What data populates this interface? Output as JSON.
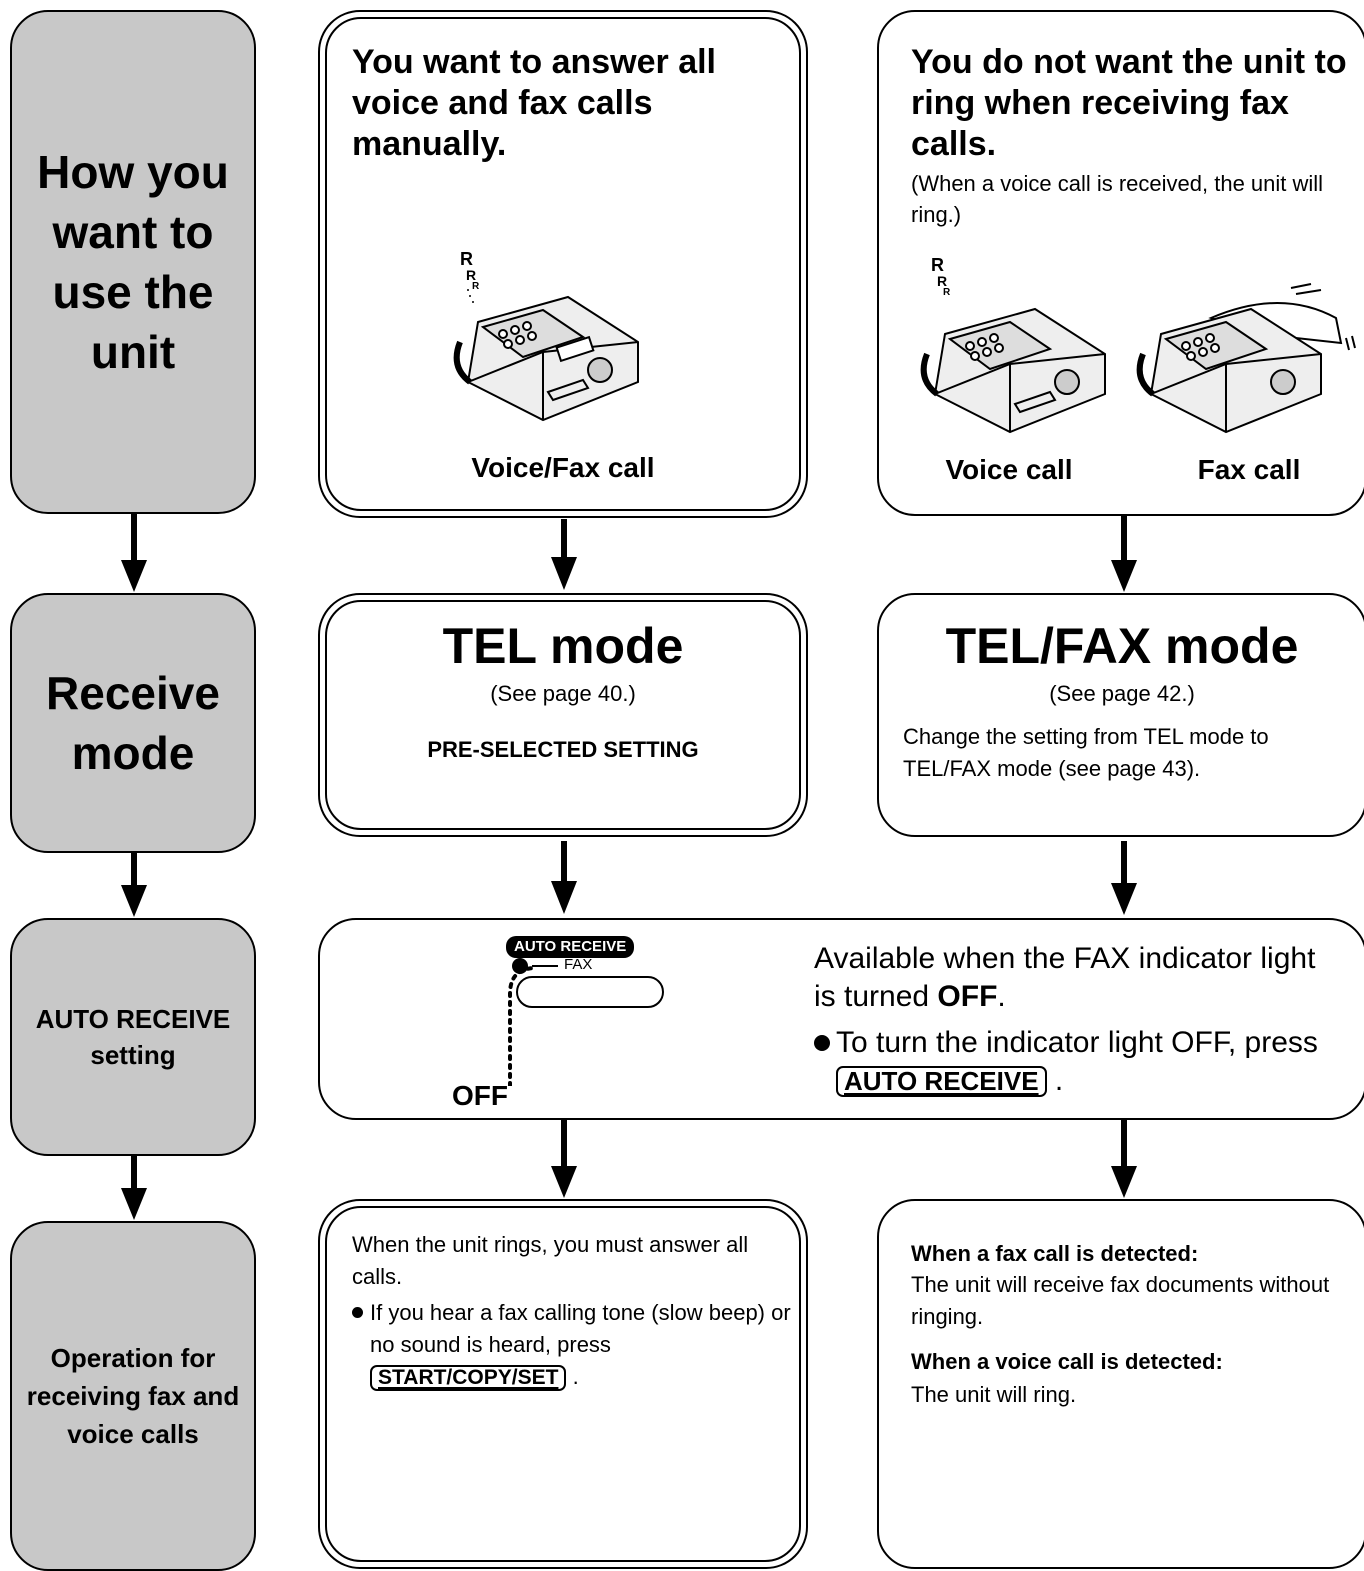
{
  "rows": {
    "usage": "How you want to use the unit",
    "receive_mode": "Receive mode",
    "auto_receive": "AUTO RECEIVE setting",
    "operation": "Operation for receiving fax and voice calls"
  },
  "left": {
    "usage_title": "You want to answer all voice and fax calls manually.",
    "ring_letters": [
      "R",
      "R",
      "R"
    ],
    "usage_caption": "Voice/Fax call",
    "mode_title": "TEL mode",
    "mode_ref": "(See page 40.)",
    "mode_note": "PRE-SELECTED SETTING",
    "operation_text": "When the unit rings, you must answer all calls.",
    "operation_bullet": "If you hear a fax calling tone (slow beep) or no sound is heard, press",
    "operation_key": "START/COPY/SET"
  },
  "right": {
    "usage_title": "You do not want the unit to ring when receiving fax calls.",
    "usage_subtitle": "(When a voice call is received, the unit will ring.)",
    "ring_letters": [
      "R",
      "R",
      "R"
    ],
    "voice_caption": "Voice call",
    "fax_caption": "Fax call",
    "mode_title": "TEL/FAX mode",
    "mode_ref": "(See page 42.)",
    "mode_note": "Change the setting from TEL mode to TEL/FAX mode (see page 43).",
    "fax_detect_heading": "When a fax call is detected:",
    "fax_detect_text": "The unit will receive fax documents without ringing.",
    "voice_detect_heading": "When a voice call is detected:",
    "voice_detect_text": "The unit will ring."
  },
  "auto_receive": {
    "badge": "AUTO RECEIVE",
    "fax_label": "FAX",
    "off_label": "OFF",
    "desc_prefix": "Available when the FAX indicator light is turned",
    "desc_bold": "OFF",
    "desc_suffix": ".",
    "bullet_text": "To turn the indicator light OFF, press",
    "bullet_key": "AUTO RECEIVE",
    "bullet_end": "."
  }
}
